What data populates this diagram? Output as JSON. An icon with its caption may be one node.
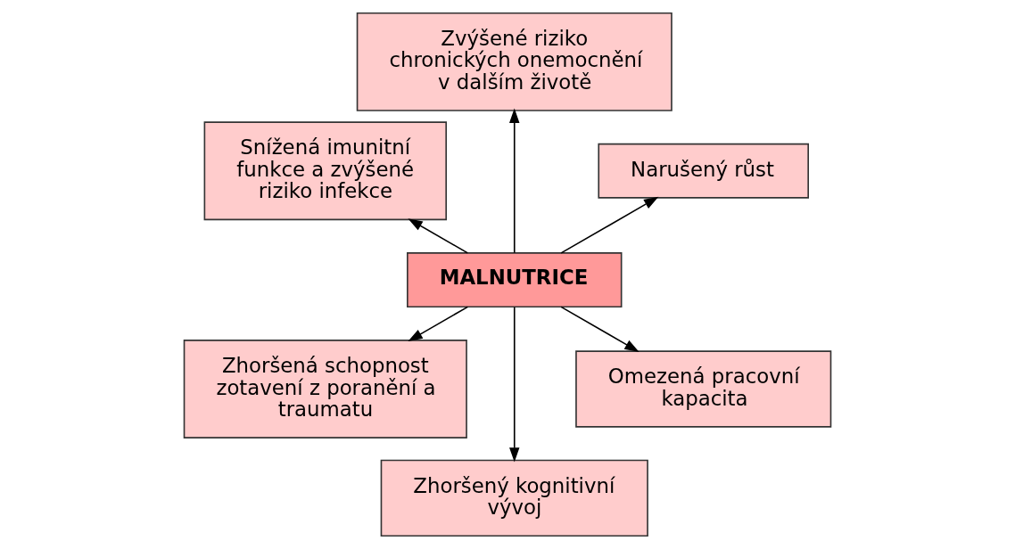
{
  "diagram": {
    "nodes": [
      {
        "text": [
          "Narušený růst"
        ]
      },
      {
        "text": [
          "Zvýšené riziko chronických onemocnění v dalším životě"
        ]
      },
      {
        "text": [
          "Snížená imunitní funkce a zvýšené riziko infekce"
        ]
      },
      {
        "text": [
          "MALNUTRICE"
        ]
      },
      {
        "text": [
          "Zhoršená schopnost zotavení z poranění a traumatu"
        ]
      },
      {
        "text": [
          "Zhoršený kognitivní vývoj"
        ]
      },
      {
        "text": [
          "Omezená pracovní kapacita"
        ]
      }
    ],
    "edges": [
      {
        "from": 3,
        "to": 1,
        "arrow": "to"
      },
      {
        "from": 3,
        "to": 0,
        "arrow": "to"
      },
      {
        "from": 3,
        "to": 2,
        "arrow": "to"
      },
      {
        "from": 3,
        "to": 4,
        "arrow": "to"
      },
      {
        "from": 3,
        "to": 6,
        "arrow": "to"
      },
      {
        "from": 3,
        "to": 5,
        "arrow": "to"
      }
    ]
  }
}
